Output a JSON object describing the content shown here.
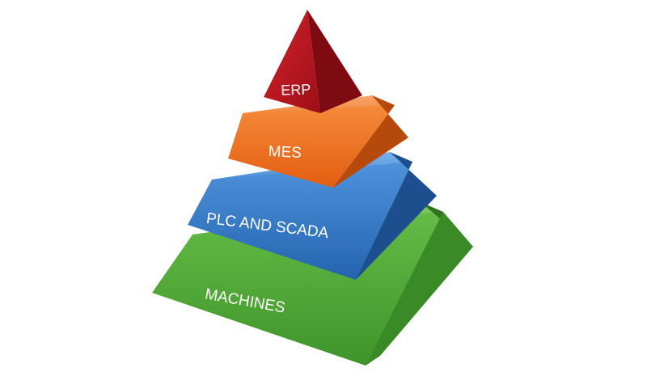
{
  "diagram": {
    "type": "pyramid",
    "tiers": [
      {
        "label": "ERP",
        "color": "#b5121b",
        "side_color": "#7e0b12"
      },
      {
        "label": "MES",
        "color": "#ec6a1a",
        "side_color": "#b54a0c"
      },
      {
        "label": "PLC AND SCADA",
        "color": "#2e74c2",
        "side_color": "#1d4f8f"
      },
      {
        "label": "MACHINES",
        "color": "#4ea535",
        "side_color": "#2f7320"
      }
    ]
  }
}
